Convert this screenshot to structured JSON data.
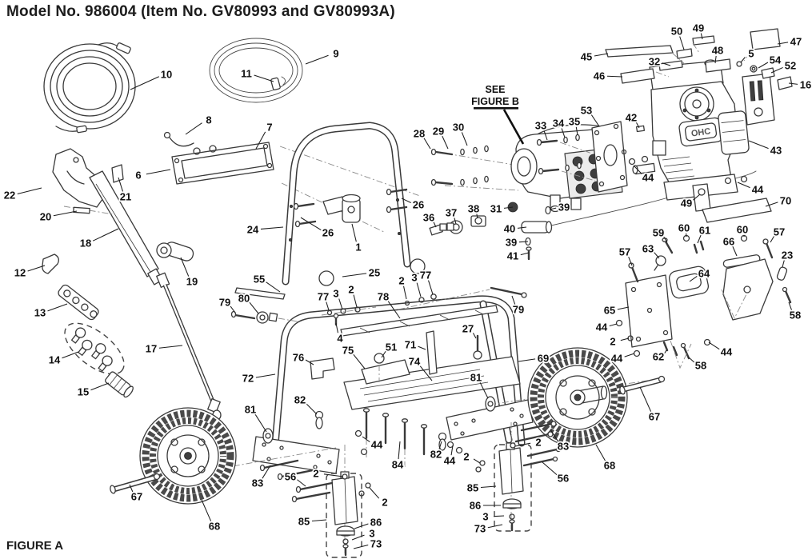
{
  "page": {
    "title": "Model No. 986004 (Item No. GV80993 and GV80993A)",
    "figure_label": "FIGURE A"
  },
  "diagram": {
    "see_figure": {
      "line1": "SEE",
      "line2": "FIGURE B"
    },
    "engine_badge": "OHC",
    "callouts": [
      [
        "10",
        208,
        93,
        163,
        112
      ],
      [
        "9",
        420,
        67,
        382,
        80
      ],
      [
        "11",
        308,
        92,
        342,
        102
      ],
      [
        "8",
        261,
        150,
        232,
        168
      ],
      [
        "7",
        337,
        159,
        320,
        186
      ],
      [
        "6",
        173,
        219,
        213,
        212
      ],
      [
        "22",
        12,
        244,
        52,
        235
      ],
      [
        "21",
        157,
        246,
        148,
        222
      ],
      [
        "20",
        57,
        271,
        96,
        264
      ],
      [
        "18",
        107,
        304,
        148,
        286
      ],
      [
        "19",
        240,
        352,
        226,
        322
      ],
      [
        "12",
        25,
        341,
        56,
        332
      ],
      [
        "13",
        50,
        391,
        84,
        380
      ],
      [
        "14",
        68,
        450,
        98,
        440
      ],
      [
        "15",
        104,
        490,
        136,
        479
      ],
      [
        "17",
        189,
        436,
        228,
        432
      ],
      [
        "24",
        316,
        287,
        354,
        284
      ],
      [
        "26",
        410,
        291,
        376,
        272
      ],
      [
        "1",
        448,
        309,
        440,
        280
      ],
      [
        "26",
        523,
        256,
        502,
        248
      ],
      [
        "28",
        524,
        167,
        538,
        186
      ],
      [
        "29",
        548,
        164,
        560,
        186
      ],
      [
        "30",
        573,
        159,
        584,
        182
      ],
      [
        "36",
        536,
        272,
        545,
        284
      ],
      [
        "37",
        564,
        266,
        570,
        280
      ],
      [
        "38",
        592,
        261,
        597,
        273
      ],
      [
        "31",
        620,
        261,
        641,
        259
      ],
      [
        "39",
        705,
        259,
        687,
        262
      ],
      [
        "40",
        637,
        286,
        658,
        284
      ],
      [
        "39",
        639,
        303,
        660,
        302
      ],
      [
        "41",
        641,
        320,
        661,
        316
      ],
      [
        "33",
        676,
        157,
        684,
        175
      ],
      [
        "34",
        698,
        154,
        706,
        172
      ],
      [
        "35",
        718,
        152,
        722,
        169
      ],
      [
        "53",
        733,
        138,
        749,
        158
      ],
      [
        "42",
        789,
        147,
        799,
        160
      ],
      [
        "44",
        810,
        222,
        792,
        207
      ],
      [
        "44",
        947,
        237,
        922,
        228
      ],
      [
        "49",
        858,
        254,
        875,
        243
      ],
      [
        "70",
        982,
        251,
        957,
        258
      ],
      [
        "50",
        846,
        39,
        855,
        62
      ],
      [
        "49",
        873,
        35,
        878,
        49
      ],
      [
        "47",
        995,
        52,
        972,
        55
      ],
      [
        "45",
        733,
        71,
        760,
        67
      ],
      [
        "48",
        897,
        63,
        894,
        79
      ],
      [
        "5",
        939,
        67,
        926,
        78
      ],
      [
        "54",
        969,
        75,
        948,
        85
      ],
      [
        "32",
        818,
        77,
        838,
        82
      ],
      [
        "52",
        988,
        82,
        964,
        91
      ],
      [
        "46",
        749,
        95,
        778,
        96
      ],
      [
        "16",
        1007,
        106,
        986,
        104
      ],
      [
        "43",
        970,
        188,
        936,
        176
      ],
      [
        "59",
        823,
        291,
        834,
        303
      ],
      [
        "60",
        855,
        285,
        858,
        296
      ],
      [
        "61",
        881,
        288,
        872,
        304
      ],
      [
        "60",
        928,
        287,
        930,
        296
      ],
      [
        "57",
        974,
        290,
        963,
        303
      ],
      [
        "66",
        911,
        302,
        921,
        320
      ],
      [
        "63",
        810,
        311,
        824,
        323
      ],
      [
        "57",
        781,
        315,
        790,
        332
      ],
      [
        "23",
        984,
        319,
        978,
        334
      ],
      [
        "64",
        880,
        342,
        862,
        352
      ],
      [
        "65",
        762,
        388,
        786,
        384
      ],
      [
        "58",
        994,
        394,
        986,
        378
      ],
      [
        "44",
        752,
        409,
        771,
        405
      ],
      [
        "2",
        766,
        427,
        786,
        423
      ],
      [
        "44",
        771,
        448,
        793,
        442
      ],
      [
        "62",
        823,
        446,
        833,
        438
      ],
      [
        "44",
        908,
        440,
        886,
        428
      ],
      [
        "58",
        876,
        457,
        860,
        446
      ],
      [
        "25",
        468,
        341,
        428,
        346
      ],
      [
        "55",
        324,
        349,
        350,
        365
      ],
      [
        "2",
        502,
        351,
        508,
        374
      ],
      [
        "3",
        518,
        347,
        526,
        371
      ],
      [
        "77",
        532,
        344,
        541,
        368
      ],
      [
        "77",
        404,
        371,
        411,
        388
      ],
      [
        "3",
        420,
        367,
        428,
        387
      ],
      [
        "2",
        439,
        362,
        446,
        384
      ],
      [
        "78",
        479,
        371,
        500,
        398
      ],
      [
        "79",
        281,
        378,
        294,
        391
      ],
      [
        "80",
        305,
        373,
        323,
        392
      ],
      [
        "79",
        648,
        387,
        640,
        370
      ],
      [
        "4",
        425,
        423,
        420,
        404
      ],
      [
        "27",
        585,
        411,
        595,
        423
      ],
      [
        "51",
        489,
        434,
        477,
        447
      ],
      [
        "71",
        513,
        431,
        532,
        437
      ],
      [
        "76",
        373,
        447,
        392,
        456
      ],
      [
        "75",
        435,
        438,
        456,
        461
      ],
      [
        "74",
        518,
        452,
        540,
        476
      ],
      [
        "72",
        310,
        473,
        344,
        468
      ],
      [
        "81",
        595,
        472,
        610,
        498
      ],
      [
        "82",
        375,
        500,
        396,
        518
      ],
      [
        "81",
        313,
        512,
        333,
        540
      ],
      [
        "69",
        679,
        448,
        648,
        452
      ],
      [
        "68",
        268,
        658,
        252,
        625
      ],
      [
        "67",
        171,
        621,
        162,
        606
      ],
      [
        "83",
        322,
        604,
        338,
        582
      ],
      [
        "56",
        363,
        596,
        382,
        608
      ],
      [
        "2",
        395,
        592,
        429,
        596
      ],
      [
        "2",
        481,
        628,
        462,
        610
      ],
      [
        "85",
        380,
        652,
        408,
        650
      ],
      [
        "86",
        470,
        653,
        443,
        661
      ],
      [
        "3",
        465,
        667,
        440,
        675
      ],
      [
        "73",
        470,
        680,
        442,
        686
      ],
      [
        "84",
        497,
        581,
        500,
        552
      ],
      [
        "44",
        471,
        556,
        453,
        546
      ],
      [
        "82",
        545,
        568,
        552,
        552
      ],
      [
        "44",
        562,
        576,
        566,
        557
      ],
      [
        "2",
        583,
        571,
        600,
        579
      ],
      [
        "83",
        704,
        558,
        688,
        537
      ],
      [
        "2",
        673,
        553,
        644,
        558
      ],
      [
        "56",
        704,
        598,
        678,
        578
      ],
      [
        "68",
        762,
        582,
        745,
        556
      ],
      [
        "67",
        818,
        521,
        800,
        484
      ],
      [
        "85",
        591,
        610,
        620,
        608
      ],
      [
        "86",
        594,
        632,
        626,
        632
      ],
      [
        "3",
        607,
        646,
        630,
        645
      ],
      [
        "73",
        600,
        661,
        628,
        656
      ]
    ]
  }
}
